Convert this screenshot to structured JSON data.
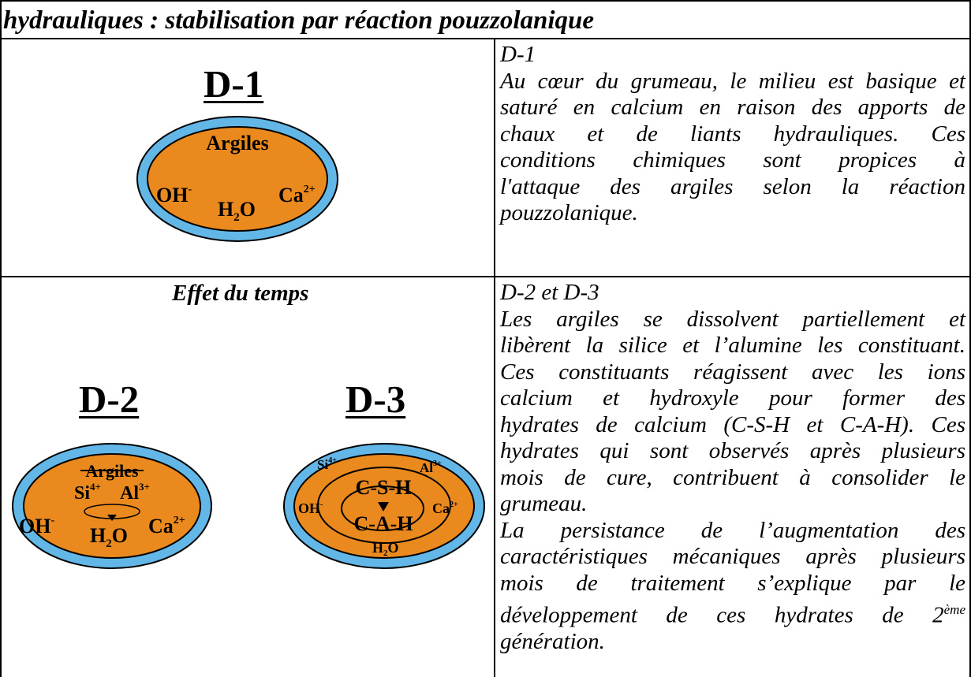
{
  "header": {
    "title": "hydrauliques : stabilisation par réaction pouzzolanique"
  },
  "colors": {
    "clay_fill": "#ea8a1e",
    "water_ring": "#62b7e6",
    "outline": "#000000"
  },
  "section1": {
    "diagram_label": "D-1",
    "ellipse": {
      "clay": "Argiles",
      "oh": "OH",
      "oh_sup": "-",
      "water": "H",
      "water_sub": "2",
      "water_o": "O",
      "ca": "Ca",
      "ca_sup": "2+"
    },
    "text_heading": "D-1",
    "text_lines": [
      "Au cœur du grumeau, le milieu est basique et",
      "saturé en calcium en raison des apports de",
      "chaux et de liants hydrauliques. Ces",
      "conditions chimiques sont propices à",
      "l'attaque des argiles selon la réaction",
      "pouzzolanique."
    ]
  },
  "section2": {
    "subtitle": "Effet du temps",
    "diagram_label_left": "D-2",
    "diagram_label_right": "D-3",
    "ellipse_d2": {
      "clay": "Argiles",
      "si": "Si",
      "si_sup": "4+",
      "al": "Al",
      "al_sup": "3+",
      "oh": "OH",
      "oh_sup": "-",
      "water": "H",
      "water_sub": "2",
      "water_o": "O",
      "ca": "Ca",
      "ca_sup": "2+"
    },
    "ellipse_d3": {
      "si": "Si",
      "si_sup": "4+",
      "al": "Al",
      "al_sup": "3+",
      "csh": "C-S-H",
      "cah": "C-A-H",
      "oh": "OH",
      "oh_sup": "-",
      "water": "H",
      "water_sub": "2",
      "water_o": "O",
      "ca": "Ca",
      "ca_sup": "2+"
    },
    "text_heading": "D-2 et D-3",
    "text_lines_p1": [
      "Les argiles se dissolvent partiellement et",
      "libèrent la silice et l’alumine les constituant.",
      "Ces constituants réagissent avec les ions",
      "calcium et hydroxyle pour former des",
      "hydrates de calcium (C-S-H et C-A-H). Ces",
      "hydrates qui sont observés après plusieurs",
      "mois de cure, contribuent à consolider le",
      "grumeau."
    ],
    "text_lines_p2": [
      "La persistance de l’augmentation des",
      "caractéristiques mécaniques après plusieurs",
      "mois de traitement s’explique par le"
    ],
    "text_line_sup_before": "développement de ces hydrates de 2",
    "text_line_sup": "ème",
    "text_last": "génération."
  }
}
